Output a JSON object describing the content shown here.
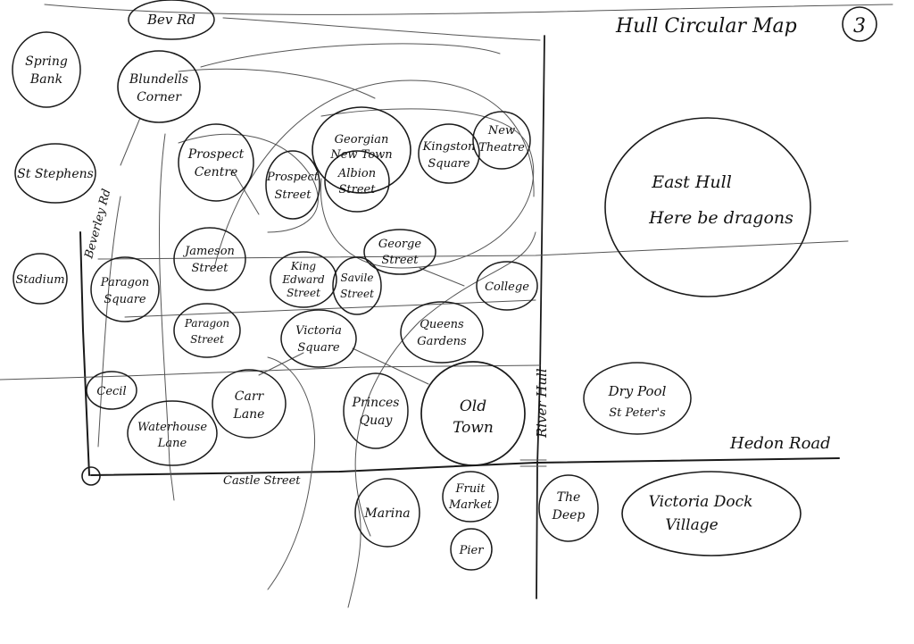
{
  "title": "Hull Circular Map",
  "page_number": "3",
  "east_area": {
    "line1": "East Hull",
    "line2": "Here be dragons"
  },
  "roads": {
    "hedon": "Hedon Road",
    "castle": "Castle Street",
    "river": "River Hull",
    "beverley": "Beverley Rd"
  },
  "places": {
    "bev_rd": [
      "Bev Rd"
    ],
    "spring_bank": [
      "Spring",
      "Bank"
    ],
    "blundells": [
      "Blundells",
      "Corner"
    ],
    "st_stephens": [
      "St Stephens"
    ],
    "stadium": [
      "Stadium"
    ],
    "prospect_centre": [
      "Prospect",
      "Centre"
    ],
    "prospect_street": [
      "Prospect",
      "Street"
    ],
    "georgian": [
      "Georgian",
      "New Town"
    ],
    "albion": [
      "Albion",
      "Street"
    ],
    "kingston": [
      "Kingston",
      "Square"
    ],
    "new_theatre": [
      "New",
      "Theatre"
    ],
    "jameson": [
      "Jameson",
      "Street"
    ],
    "paragon_square": [
      "Paragon",
      "Square"
    ],
    "king_edward": [
      "King",
      "Edward",
      "Street"
    ],
    "savile": [
      "Savile",
      "Street"
    ],
    "george": [
      "George",
      "Street"
    ],
    "college": [
      "College"
    ],
    "paragon_street": [
      "Paragon",
      "Street"
    ],
    "victoria_square": [
      "Victoria",
      "Square"
    ],
    "queens_gardens": [
      "Queens",
      "Gardens"
    ],
    "cecil": [
      "Cecil"
    ],
    "carr_lane": [
      "Carr",
      "Lane"
    ],
    "princes_quay": [
      "Princes",
      "Quay"
    ],
    "old_town": [
      "Old",
      "Town"
    ],
    "drypool": [
      "Dry Pool",
      "St Peter's"
    ],
    "waterhouse": [
      "Waterhouse",
      "Lane"
    ],
    "marina": [
      "Marina"
    ],
    "fruit_market": [
      "Fruit",
      "Market"
    ],
    "pier": [
      "Pier"
    ],
    "the_deep": [
      "The",
      "Deep"
    ],
    "victoria_dock": [
      "Victoria Dock",
      "Village"
    ]
  }
}
